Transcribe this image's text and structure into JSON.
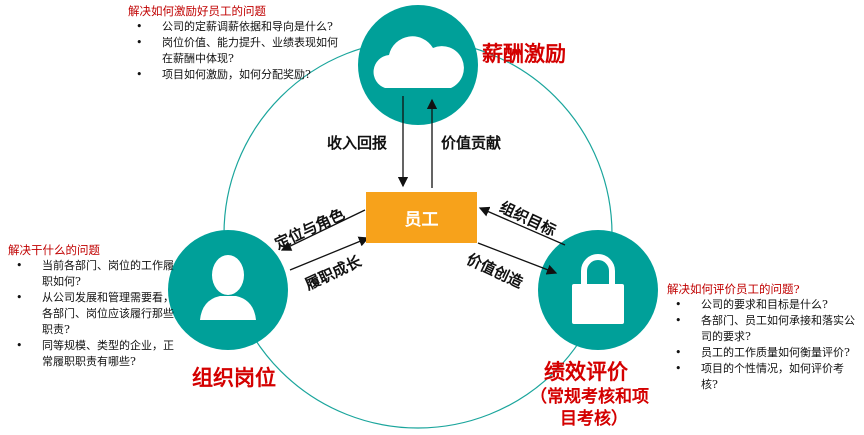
{
  "center": {
    "label": "员工"
  },
  "nodes": {
    "compensation": {
      "title": "薪酬激励",
      "icon": "cloud-icon"
    },
    "position": {
      "title": "组织岗位",
      "icon": "person-icon"
    },
    "performance": {
      "title": "绩效评价",
      "subtitle1": "（常规考核和项",
      "subtitle2": "目考核）",
      "icon": "lock-icon"
    }
  },
  "arrows": {
    "income": "收入回报",
    "value_contrib": "价值贡献",
    "role": "定位与角色",
    "growth": "履职成长",
    "goal": "组织目标",
    "value_create": "价值创造"
  },
  "notes": {
    "top": {
      "heading": "解决如何激励好员工的问题",
      "items": [
        "公司的定薪调薪依据和导向是什么?",
        "岗位价值、能力提升、业绩表现如何在薪酬中体现?",
        "项目如何激励，如何分配奖励?"
      ]
    },
    "left": {
      "heading": "解决干什么的问题",
      "items": [
        "当前各部门、岗位的工作履职如何?",
        "从公司发展和管理需要看，各部门、岗位应该履行那些职责?",
        "同等规模、类型的企业，正常履职职责有哪些?"
      ]
    },
    "right": {
      "heading": "解决如何评价员工的问题?",
      "items": [
        "公司的要求和目标是什么?",
        "各部门、员工如何承接和落实公司的要求?",
        "员工的工作质量如何衡量评价?",
        "项目的个性情况，如何评价考核?"
      ]
    }
  },
  "colors": {
    "teal": "#00a099",
    "orange": "#f7a21b",
    "red": "#d40000"
  }
}
